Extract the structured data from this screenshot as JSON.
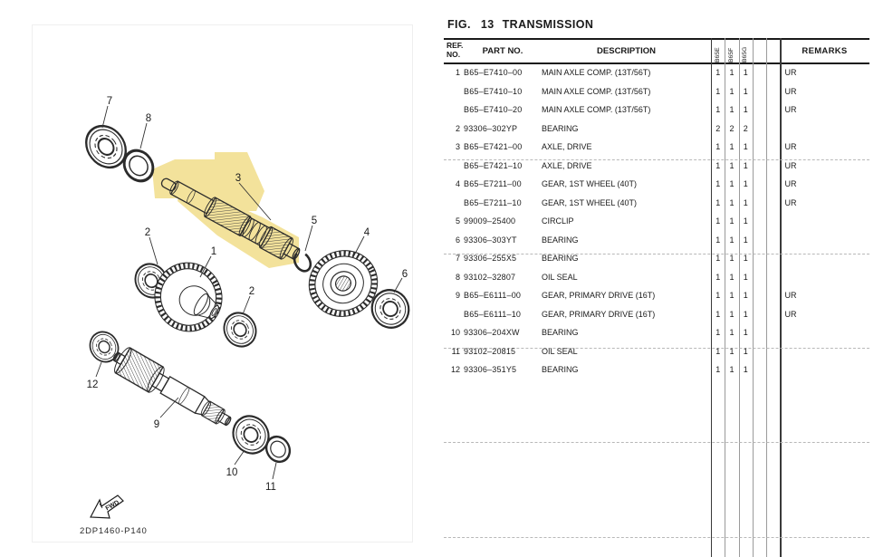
{
  "figure": {
    "fig_label": "FIG.",
    "fig_number": "13",
    "fig_title": "TRANSMISSION"
  },
  "table": {
    "header": {
      "ref_line1": "REF.",
      "ref_line2": "NO.",
      "part_no": "PART NO.",
      "description": "DESCRIPTION",
      "remarks": "REMARKS",
      "model_codes": [
        "B65E",
        "B65F",
        "B65G"
      ]
    },
    "rows": [
      {
        "ref": "1",
        "part": "B65–E7410–00",
        "desc": "MAIN AXLE COMP. (13T/56T)",
        "qty": [
          "1",
          "1",
          "1"
        ],
        "remarks": "UR"
      },
      {
        "ref": "",
        "part": "B65–E7410–10",
        "desc": "MAIN AXLE COMP. (13T/56T)",
        "qty": [
          "1",
          "1",
          "1"
        ],
        "remarks": "UR"
      },
      {
        "ref": "",
        "part": "B65–E7410–20",
        "desc": "MAIN AXLE COMP. (13T/56T)",
        "qty": [
          "1",
          "1",
          "1"
        ],
        "remarks": "UR"
      },
      {
        "ref": "2",
        "part": "93306–302YP",
        "desc": "BEARING",
        "qty": [
          "2",
          "2",
          "2"
        ],
        "remarks": ""
      },
      {
        "ref": "3",
        "part": "B65–E7421–00",
        "desc": "AXLE, DRIVE",
        "qty": [
          "1",
          "1",
          "1"
        ],
        "remarks": "UR"
      },
      {
        "ref": "",
        "part": "B65–E7421–10",
        "desc": "AXLE, DRIVE",
        "qty": [
          "1",
          "1",
          "1"
        ],
        "remarks": "UR"
      },
      {
        "ref": "4",
        "part": "B65–E7211–00",
        "desc": "GEAR, 1ST WHEEL (40T)",
        "qty": [
          "1",
          "1",
          "1"
        ],
        "remarks": "UR"
      },
      {
        "ref": "",
        "part": "B65–E7211–10",
        "desc": "GEAR, 1ST WHEEL (40T)",
        "qty": [
          "1",
          "1",
          "1"
        ],
        "remarks": "UR"
      },
      {
        "ref": "5",
        "part": "99009–25400",
        "desc": "CIRCLIP",
        "qty": [
          "1",
          "1",
          "1"
        ],
        "remarks": ""
      },
      {
        "ref": "6",
        "part": "93306–303YT",
        "desc": "BEARING",
        "qty": [
          "1",
          "1",
          "1"
        ],
        "remarks": ""
      },
      {
        "ref": "7",
        "part": "93306–255X5",
        "desc": "BEARING",
        "qty": [
          "1",
          "1",
          "1"
        ],
        "remarks": ""
      },
      {
        "ref": "8",
        "part": "93102–32807",
        "desc": "OIL SEAL",
        "qty": [
          "1",
          "1",
          "1"
        ],
        "remarks": ""
      },
      {
        "ref": "9",
        "part": "B65–E6111–00",
        "desc": "GEAR, PRIMARY DRIVE (16T)",
        "qty": [
          "1",
          "1",
          "1"
        ],
        "remarks": "UR"
      },
      {
        "ref": "",
        "part": "B65–E6111–10",
        "desc": "GEAR, PRIMARY DRIVE (16T)",
        "qty": [
          "1",
          "1",
          "1"
        ],
        "remarks": "UR"
      },
      {
        "ref": "10",
        "part": "93306–204XW",
        "desc": "BEARING",
        "qty": [
          "1",
          "1",
          "1"
        ],
        "remarks": ""
      },
      {
        "ref": "11",
        "part": "93102–20815",
        "desc": "OIL SEAL",
        "qty": [
          "1",
          "1",
          "1"
        ],
        "remarks": ""
      },
      {
        "ref": "12",
        "part": "93306–351Y5",
        "desc": "BEARING",
        "qty": [
          "1",
          "1",
          "1"
        ],
        "remarks": ""
      }
    ]
  },
  "diagram": {
    "code": "2DP1460-P140",
    "fwd_label": "FWD",
    "highlighted_ref": "3",
    "highlight_color": "#F3E29B",
    "callouts": [
      {
        "label": "7"
      },
      {
        "label": "8"
      },
      {
        "label": "3"
      },
      {
        "label": "5"
      },
      {
        "label": "2"
      },
      {
        "label": "1"
      },
      {
        "label": "2"
      },
      {
        "label": "4"
      },
      {
        "label": "6"
      },
      {
        "label": "12"
      },
      {
        "label": "9"
      },
      {
        "label": "10"
      },
      {
        "label": "11"
      }
    ]
  }
}
